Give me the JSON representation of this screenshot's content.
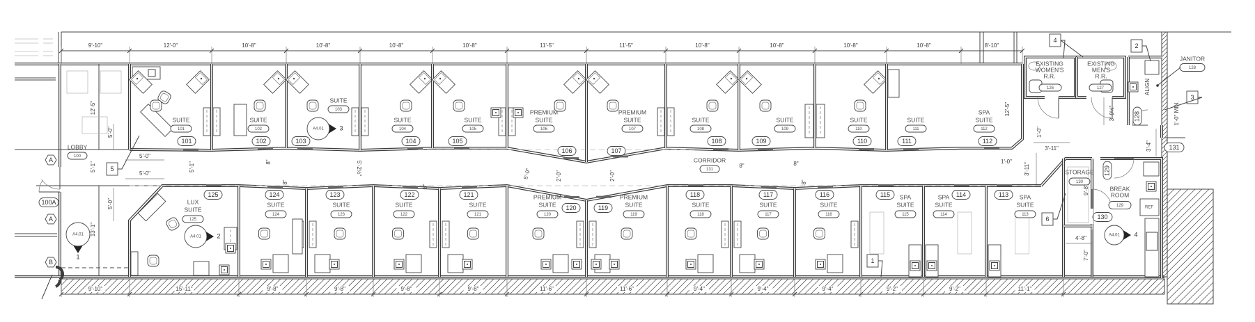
{
  "plan": {
    "top_dimensions": [
      "9'-10\"",
      "12'-0\"",
      "10'-8\"",
      "10'-8\"",
      "10'-8\"",
      "10'-8\"",
      "11'-5\"",
      "11'-5\"",
      "10'-8\"",
      "10'-8\"",
      "10'-8\"",
      "10'-8\"",
      "8'-10\""
    ],
    "bottom_dimensions": [
      "9'-10\"",
      "15'-11\"",
      "9'-8\"",
      "9'-8\"",
      "9'-8\"",
      "9'-8\"",
      "11'-6\"",
      "11'-6\"",
      "9'-4\"",
      "9'-4\"",
      "9'-4\"",
      "9'-2\"",
      "9'-2\"",
      "11'-1\""
    ],
    "upper_suites": [
      {
        "type": [
          "SUITE"
        ],
        "tag": "101",
        "door": "101"
      },
      {
        "type": [
          "SUITE"
        ],
        "tag": "102",
        "door": "102"
      },
      {
        "type": [
          "SUITE"
        ],
        "tag": "103",
        "door": "103"
      },
      {
        "type": [
          "SUITE"
        ],
        "tag": "104",
        "door": "104"
      },
      {
        "type": [
          "SUITE"
        ],
        "tag": "105",
        "door": "105"
      },
      {
        "type": [
          "PREMIUM",
          "SUITE"
        ],
        "tag": "106",
        "door": "106"
      },
      {
        "type": [
          "PREMIUM",
          "SUITE"
        ],
        "tag": "107",
        "door": "107"
      },
      {
        "type": [
          "SUITE"
        ],
        "tag": "108",
        "door": "108"
      },
      {
        "type": [
          "SUITE"
        ],
        "tag": "109",
        "door": "109"
      },
      {
        "type": [
          "SUITE"
        ],
        "tag": "110",
        "door": "110"
      },
      {
        "type": [
          "SUITE"
        ],
        "tag": "111",
        "door": "111"
      },
      {
        "type": [
          "SPA",
          "SUITE"
        ],
        "tag": "112",
        "door": "112"
      }
    ],
    "lower_suites": [
      {
        "type": [
          "LUX",
          "SUITE"
        ],
        "tag": "125",
        "door": "125"
      },
      {
        "type": [
          "SUITE"
        ],
        "tag": "124",
        "door": "124"
      },
      {
        "type": [
          "SUITE"
        ],
        "tag": "123",
        "door": "123"
      },
      {
        "type": [
          "SUITE"
        ],
        "tag": "122",
        "door": "122"
      },
      {
        "type": [
          "SUITE"
        ],
        "tag": "121",
        "door": "121"
      },
      {
        "type": [
          "PREMIUM",
          "SUITE"
        ],
        "tag": "120",
        "door": "120"
      },
      {
        "type": [
          "PREMIUM",
          "SUITE"
        ],
        "tag": "119",
        "door": "119"
      },
      {
        "type": [
          "SUITE"
        ],
        "tag": "118",
        "door": "118"
      },
      {
        "type": [
          "SUITE"
        ],
        "tag": "117",
        "door": "117"
      },
      {
        "type": [
          "SUITE"
        ],
        "tag": "116",
        "door": "116"
      },
      {
        "type": [
          "SPA",
          "SUITE"
        ],
        "tag": "115",
        "door": "115"
      },
      {
        "type": [
          "SPA",
          "SUITE"
        ],
        "tag": "114",
        "door": "114"
      },
      {
        "type": [
          "SPA",
          "SUITE"
        ],
        "tag": "113",
        "door": "113"
      }
    ],
    "lobby": {
      "name": "LOBBY",
      "tag": "100",
      "door": "100A"
    },
    "corridor": {
      "name": "CORRIDOR",
      "tag": "131",
      "door": "131"
    },
    "womens_rr": {
      "lines": [
        "EXISTING",
        "WOMEN'S",
        "R.R."
      ],
      "tag": "126"
    },
    "mens_rr": {
      "lines": [
        "EXISTING",
        "MEN'S",
        "R.R."
      ],
      "tag": "127"
    },
    "janitor": {
      "name": "JANITOR",
      "tag": "128",
      "door": "128",
      "note": "ALIGN"
    },
    "storage": {
      "name": "STORAGE",
      "tag": "130",
      "door": "130"
    },
    "break_room": {
      "lines": [
        "BREAK",
        "ROOM"
      ],
      "tag": "129",
      "door": "129",
      "ref": "REF"
    },
    "keynotes": [
      "1",
      "2",
      "3",
      "4",
      "5",
      "6"
    ],
    "section_markers": [
      {
        "sheet": "A4.01",
        "number": "1"
      },
      {
        "sheet": "A4.01",
        "number": "2"
      },
      {
        "sheet": "A4.01",
        "number": "3"
      },
      {
        "sheet": "A4.01",
        "number": "4"
      }
    ],
    "grid_markers": [
      "A",
      "A",
      "B"
    ],
    "misc_dimensions": [
      "12'-5\"",
      "5'-0\"",
      "5'-0\"",
      "5'-1\"",
      "5'-1\"",
      "5'-0\"",
      "5'-0\"",
      "13'-1\"",
      "5'-2½\"",
      "5'-0\"",
      "2'-0\"",
      "2'-0\"",
      "12'-5\"",
      "1'-0\"",
      "3'-11\"",
      "1'-0\"",
      "3'-11\"",
      "3'-9½\"",
      "1'-0\" MIN.",
      "3'-4\"",
      "9'-8\"",
      "4'-8\"",
      "7'-0\"",
      "8\"",
      "8\"",
      "8\"",
      "8\"",
      "8\"",
      "8\""
    ]
  }
}
